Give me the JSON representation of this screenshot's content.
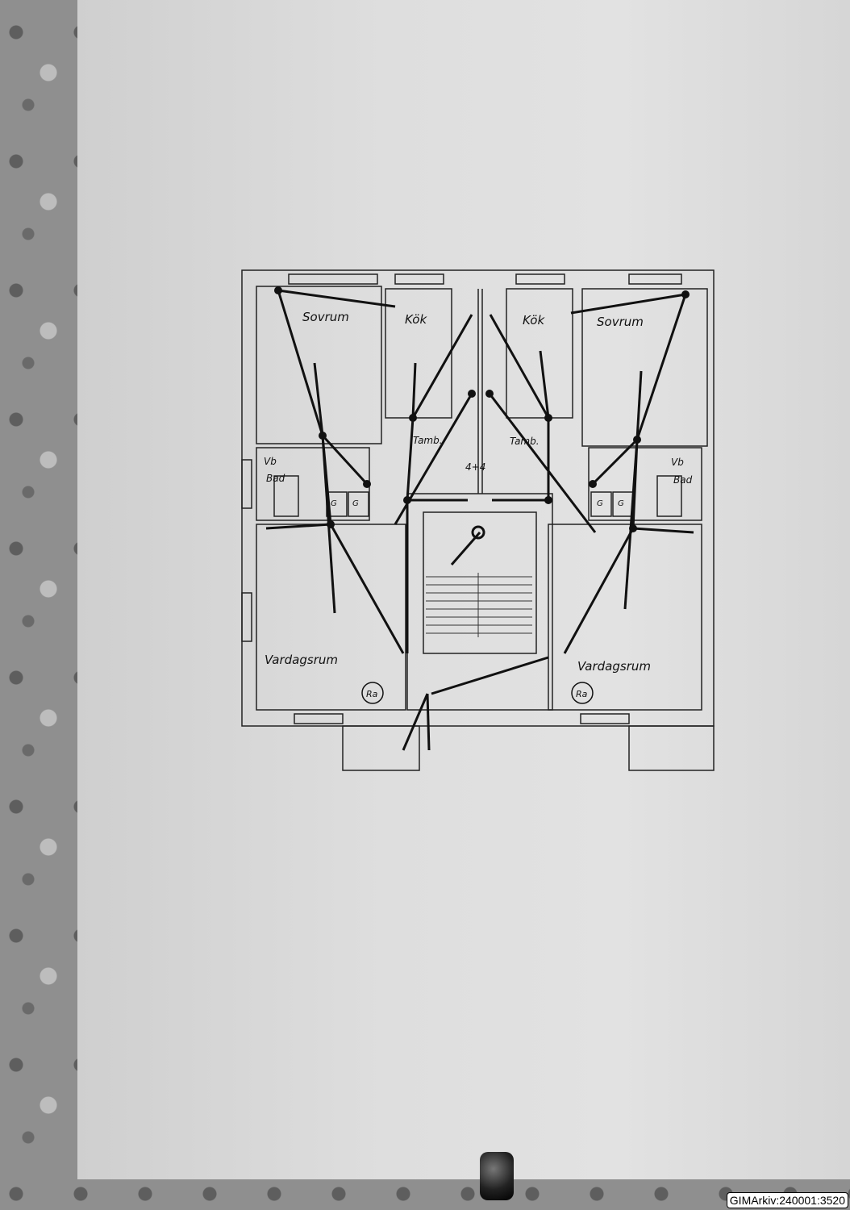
{
  "plan": {
    "rooms": {
      "sovrum_left": "Sovrum",
      "kok_left": "Kök",
      "kok_right": "Kök",
      "sovrum_right": "Sovrum",
      "tamb_left": "Tamb.",
      "tamb_right": "Tamb.",
      "vb_left": "Vb",
      "bad_left": "Bad",
      "vb_right": "Vb",
      "bad_right": "Bad",
      "vardagsrum_left": "Vardagsrum",
      "vardagsrum_right": "Vardagsrum"
    },
    "marks": {
      "g1": "G",
      "g2": "G",
      "g3": "G",
      "g4": "G",
      "stair_count": "4+4",
      "radio_left": "Ra",
      "radio_right": "Ra"
    }
  },
  "watermark": "GIMArkiv:240001:3520"
}
